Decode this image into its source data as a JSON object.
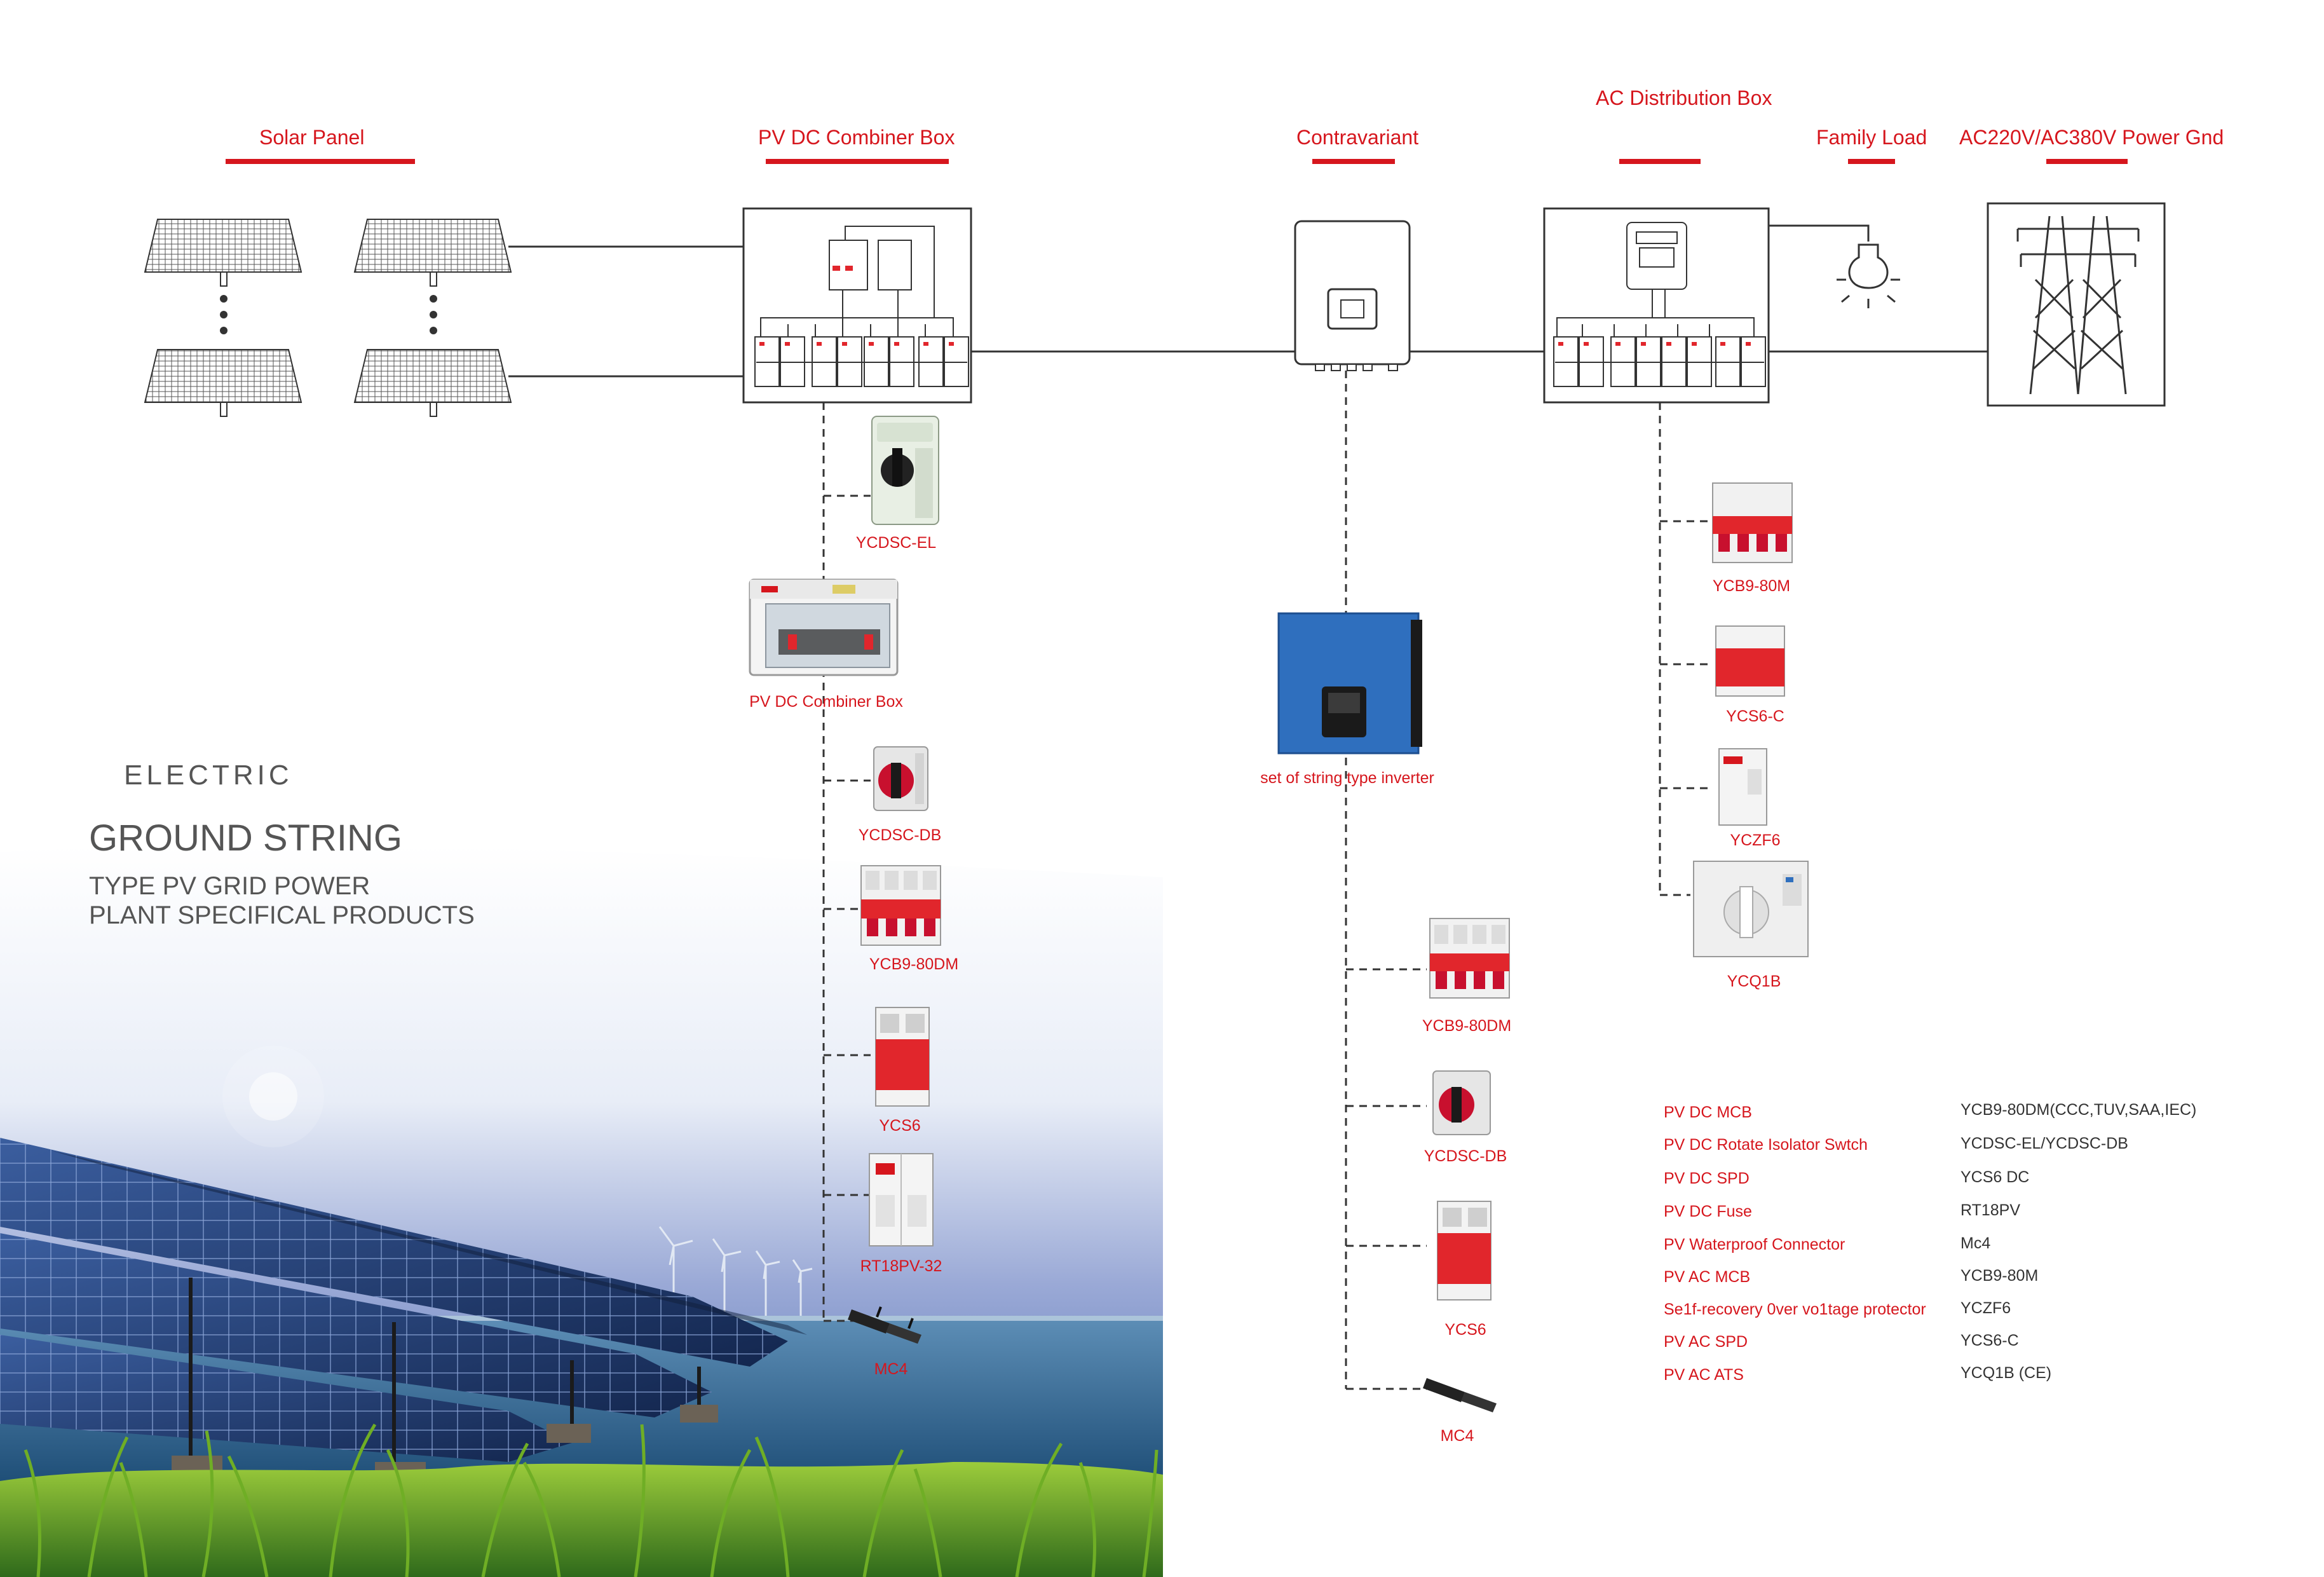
{
  "headers": {
    "solar_panel": "Solar Panel",
    "combiner_box": "PV DC Combiner Box",
    "contravariant": "Contravariant",
    "ac_distribution": "AC Distribution Box",
    "family_load": "Family Load",
    "power_grid": "AC220V/AC380V Power Gnd"
  },
  "brand": {
    "logo_text": "ELECTRIC",
    "title": "GROUND STRING",
    "subtitle_line1": "TYPE PV GRID POWER",
    "subtitle_line2": "PLANT SPECIFICAL PRODUCTS"
  },
  "dc_products": [
    "YCDSC-EL",
    "PV DC Combiner Box",
    "YCDSC-DB",
    "YCB9-80DM",
    "YCS6",
    "RT18PV-32",
    "MC4"
  ],
  "inverter_products": [
    "set of string type inverter",
    "YCB9-80DM",
    "YCDSC-DB",
    "YCS6",
    "MC4"
  ],
  "ac_products": [
    "YCB9-80M",
    "YCS6-C",
    "YCZF6",
    "YCQ1B"
  ],
  "specs": [
    {
      "label": "PV DC MCB",
      "value": "YCB9-80DM(CCC,TUV,SAA,IEC)"
    },
    {
      "label": "PV DC Rotate Isolator Swtch",
      "value": "YCDSC-EL/YCDSC-DB"
    },
    {
      "label": "PV DC SPD",
      "value": "YCS6  DC"
    },
    {
      "label": "PV DC Fuse",
      "value": "RT18PV"
    },
    {
      "label": "PV Waterproof Connector",
      "value": "Mc4"
    },
    {
      "label": "PV AC MCB",
      "value": "YCB9-80M"
    },
    {
      "label": "Se1f-recovery 0ver vo1tage protector",
      "value": "YCZF6"
    },
    {
      "label": "PV AC SPD",
      "value": "YCS6-C"
    },
    {
      "label": "PV AC ATS",
      "value": "YCQ1B (CE)"
    }
  ],
  "colors": {
    "accent": "#d6161d",
    "line": "#333333",
    "breaker_red": "#e1262c",
    "inverter_blue": "#2f6fbe"
  }
}
